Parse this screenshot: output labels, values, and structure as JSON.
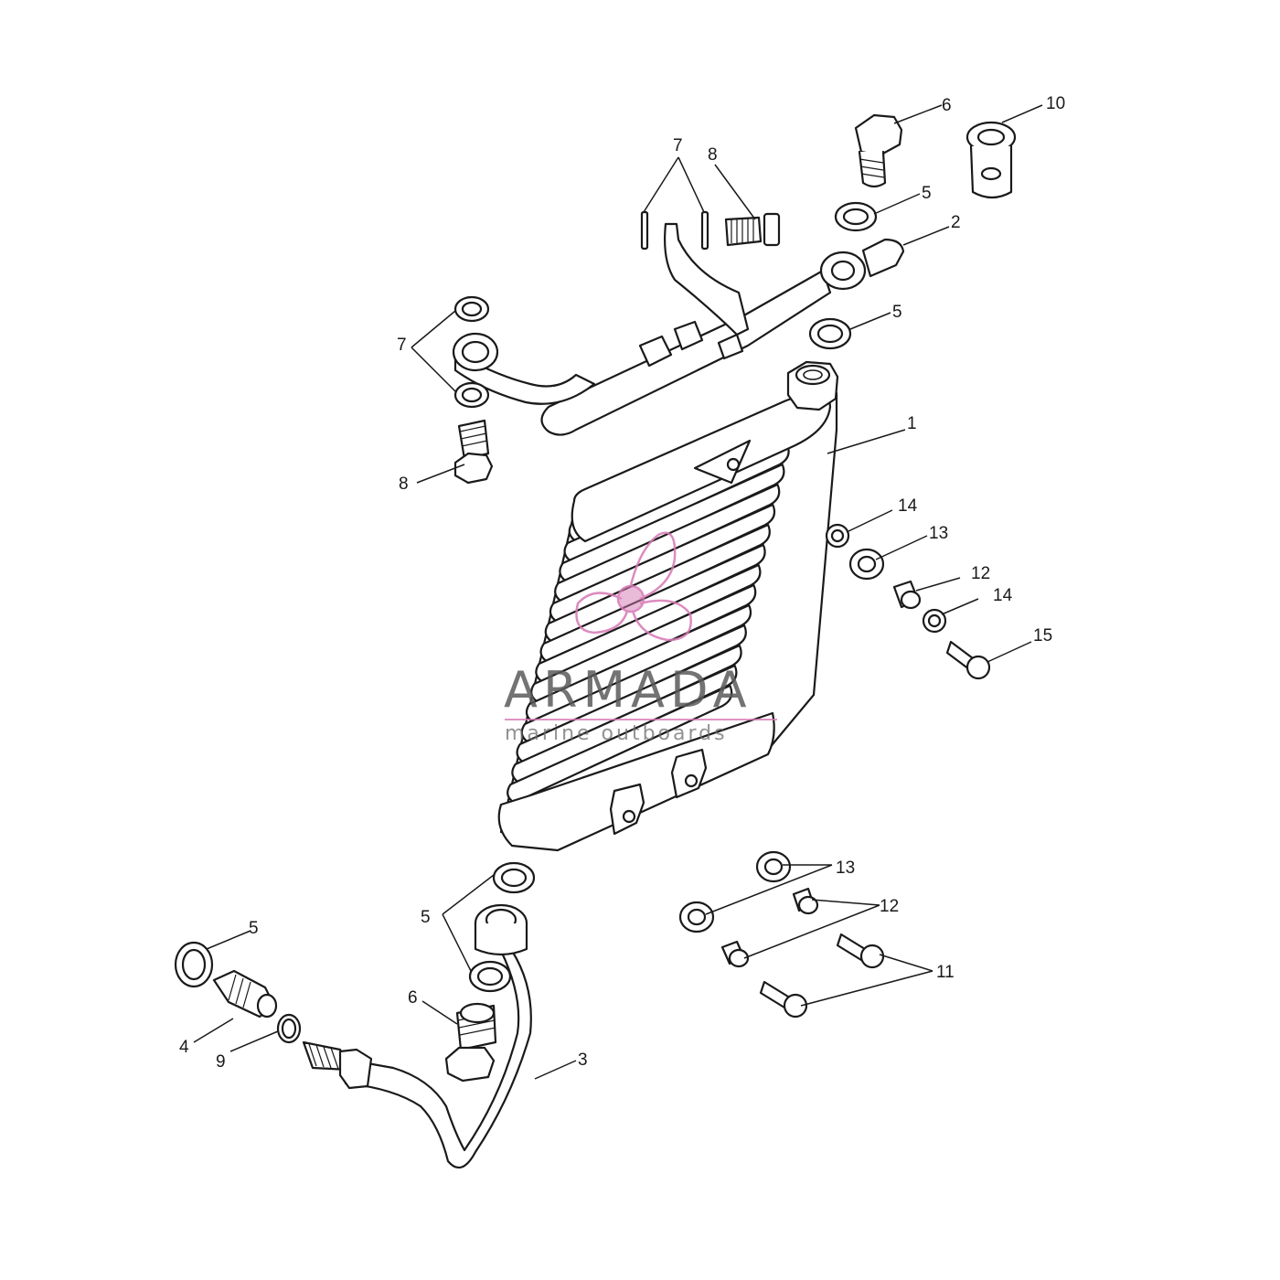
{
  "diagram": {
    "callouts": {
      "c1": "1",
      "c2": "2",
      "c3": "3",
      "c4": "4",
      "c5a": "5",
      "c5b": "5",
      "c5c": "5",
      "c5d": "5",
      "c6a": "6",
      "c6b": "6",
      "c7a": "7",
      "c7b": "7",
      "c8a": "8",
      "c8b": "8",
      "c9": "9",
      "c10": "10",
      "c11": "11",
      "c12a": "12",
      "c12b": "12",
      "c13a": "13",
      "c13b": "13",
      "c14a": "14",
      "c14b": "14",
      "c15": "15"
    }
  },
  "watermark": {
    "brand": "ARMADA",
    "tagline": "marine outboards",
    "logo_icon": "propeller-logo-icon",
    "accent_color": "#d678b4"
  }
}
